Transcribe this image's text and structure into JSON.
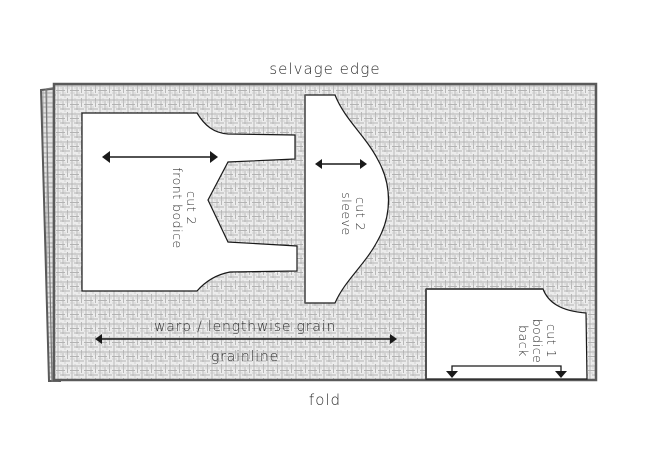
{
  "diagram": {
    "type": "sewing pattern layout",
    "labels": {
      "top_edge": "selvage edge",
      "bottom_edge": "fold",
      "grain_direction": "warp / lengthwise grain",
      "grainline": "grainline"
    },
    "pieces": [
      {
        "name": "front bodice",
        "line1": "front bodice",
        "line2": "cut 2"
      },
      {
        "name": "sleeve",
        "line1": "sleeve",
        "line2": "cut 2"
      },
      {
        "name": "back bodice",
        "line1": "back",
        "line2": "bodice",
        "line3": "cut 1"
      }
    ],
    "colors": {
      "fabric_border": "#5a5a5a",
      "fabric_texture": "#b5b5b5",
      "fabric_bg": "#ececec",
      "piece_fill": "#ffffff",
      "line": "#1a1a1a"
    }
  }
}
